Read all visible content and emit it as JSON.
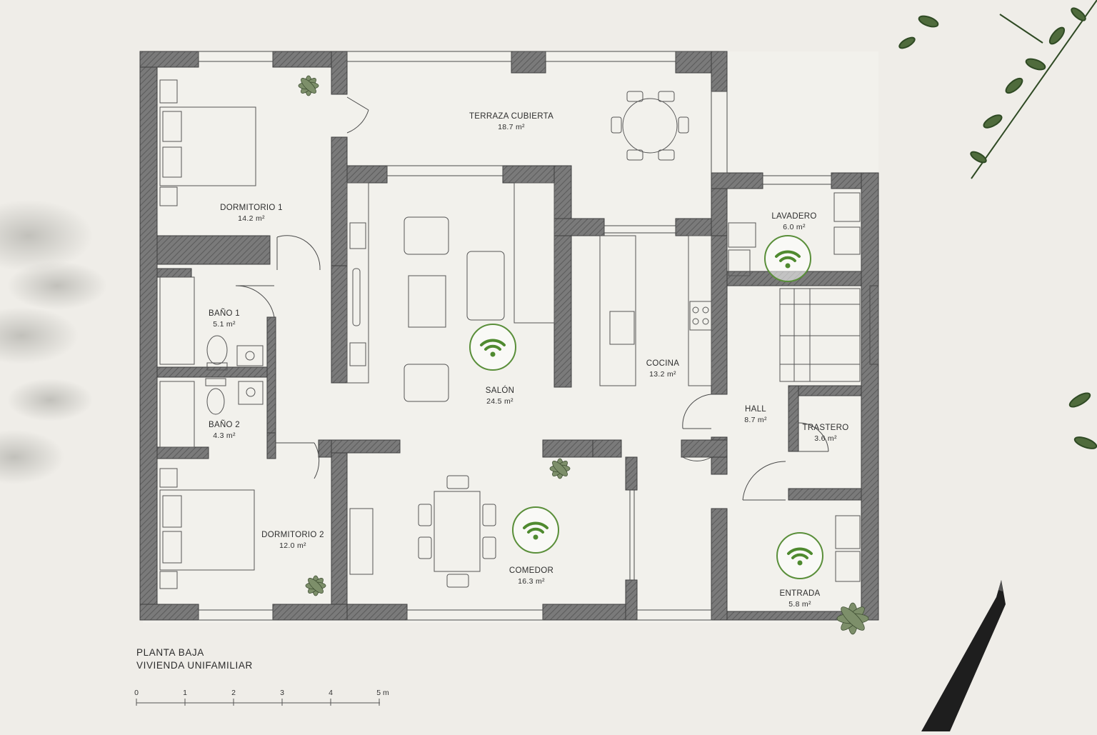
{
  "rooms": [
    {
      "name": "TERRAZA CUBIERTA",
      "area": "18.7 m²"
    },
    {
      "name": "DORMITORIO 1",
      "area": "14.2 m²"
    },
    {
      "name": "BAÑO 1",
      "area": "5.1 m²"
    },
    {
      "name": "BAÑO 2",
      "area": "4.3 m²"
    },
    {
      "name": "DORMITORIO 2",
      "area": "12.0 m²"
    },
    {
      "name": "SALÓN",
      "area": "24.5 m²"
    },
    {
      "name": "COMEDOR",
      "area": "16.3 m²"
    },
    {
      "name": "COCINA",
      "area": "13.2 m²"
    },
    {
      "name": "LAVADERO",
      "area": "6.0 m²"
    },
    {
      "name": "HALL",
      "area": "8.7 m²"
    },
    {
      "name": "TRASTERO",
      "area": "3.6 m²"
    },
    {
      "name": "ENTRADA",
      "area": "5.8 m²"
    }
  ],
  "title": {
    "line1": "PLANTA BAJA",
    "line2": "VIVIENDA UNIFAMILIAR"
  },
  "scale": {
    "ticks": [
      "0",
      "1",
      "2",
      "3",
      "4",
      "5 m"
    ]
  },
  "icons": {
    "wifi": "wifi-icon",
    "plant": "plant-icon",
    "pen": "pen-icon"
  },
  "colors": {
    "wall": "#6e6e6e",
    "wifi": "#4f8a2f",
    "paper": "#efede8",
    "line": "#4a4a4a"
  }
}
